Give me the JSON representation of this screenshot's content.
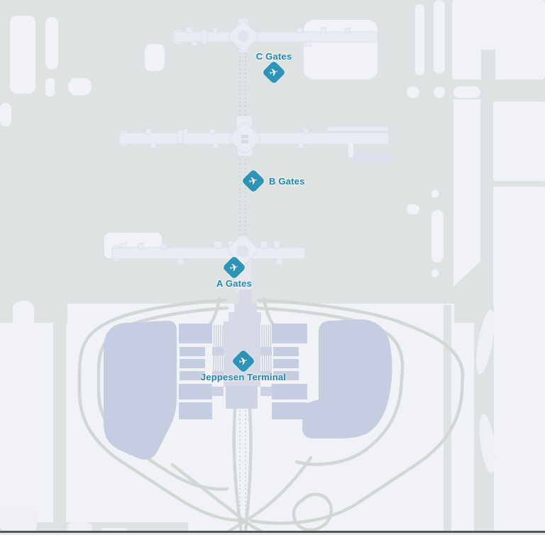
{
  "markers": [
    {
      "id": "c-gates",
      "label": "C Gates"
    },
    {
      "id": "b-gates",
      "label": "B Gates"
    },
    {
      "id": "a-gates",
      "label": "A Gates"
    },
    {
      "id": "jeppesen-terminal",
      "label": "Jeppesen Terminal"
    }
  ],
  "icon_glyph": "✈",
  "colors": {
    "base": "#dde3e2",
    "surface_light": "#f0f2f5",
    "concourse": "#e9ecf3",
    "building_lavender": "#c6cde1",
    "terminal": "#d6dae7",
    "road": "#d2d7d6",
    "rail_dotted": "#c6cdd7",
    "marker_teal": "#2e93b4",
    "marker_glyph": "#ffffff",
    "label_text": "#1e87ab",
    "bottom_edge_line": "#55585a"
  }
}
